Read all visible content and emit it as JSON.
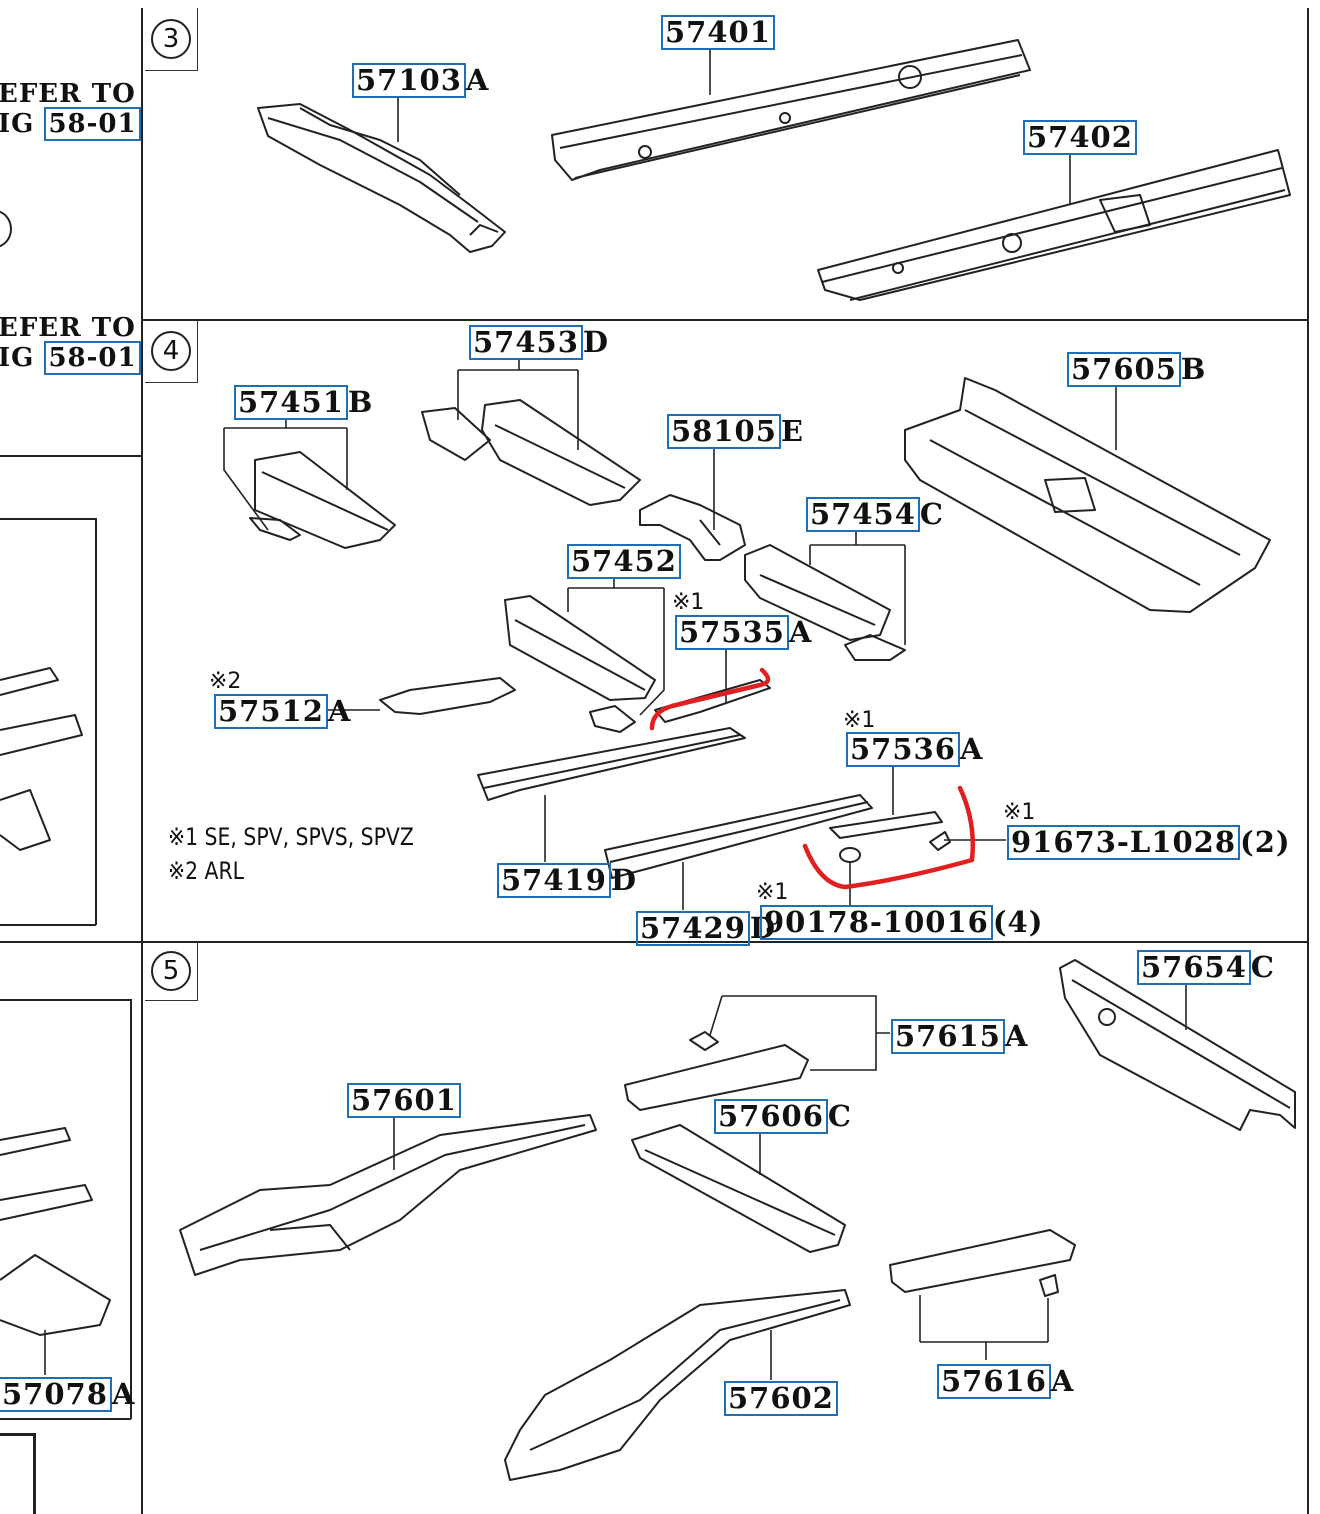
{
  "sections": [
    {
      "label": "3"
    },
    {
      "label": "4"
    },
    {
      "label": "5"
    }
  ],
  "left_refs": [
    {
      "line1": "EFER TO",
      "code_prefix": "IG",
      "code": "58-01"
    },
    {
      "line1": "EFER TO",
      "code_prefix": "IG",
      "code": "58-01"
    }
  ],
  "left_part": {
    "code": "57078",
    "suffix": "A"
  },
  "parts": {
    "p57103": {
      "code": "57103",
      "suffix": "A"
    },
    "p57401": {
      "code": "57401",
      "suffix": ""
    },
    "p57402": {
      "code": "57402",
      "suffix": ""
    },
    "p57453": {
      "code": "57453",
      "suffix": "D"
    },
    "p57451": {
      "code": "57451",
      "suffix": "B"
    },
    "p58105": {
      "code": "58105",
      "suffix": "E"
    },
    "p57605": {
      "code": "57605",
      "suffix": "B"
    },
    "p57454": {
      "code": "57454",
      "suffix": "C"
    },
    "p57452": {
      "code": "57452",
      "suffix": ""
    },
    "p57535": {
      "code": "57535",
      "suffix": "A"
    },
    "p57512": {
      "code": "57512",
      "suffix": "A"
    },
    "p57536": {
      "code": "57536",
      "suffix": "A"
    },
    "p91673": {
      "code": "91673-L1028",
      "suffix": "(2)"
    },
    "p57419": {
      "code": "57419",
      "suffix": "D"
    },
    "p57429": {
      "code": "57429",
      "suffix": "D"
    },
    "p90178": {
      "code": "90178-10016",
      "suffix": "(4)"
    },
    "p57654": {
      "code": "57654",
      "suffix": "C"
    },
    "p57615": {
      "code": "57615",
      "suffix": "A"
    },
    "p57601": {
      "code": "57601",
      "suffix": ""
    },
    "p57606": {
      "code": "57606",
      "suffix": "C"
    },
    "p57602": {
      "code": "57602",
      "suffix": ""
    },
    "p57616": {
      "code": "57616",
      "suffix": "A"
    }
  },
  "marks": {
    "m1a": "※1",
    "m1b": "※1",
    "m1c": "※1",
    "m1d": "※1",
    "m2": "※2"
  },
  "notes": {
    "note1": "※1 SE, SPV, SPVS, SPVZ",
    "note2": "※2 ARL"
  },
  "colors": {
    "label_box": "#1e6fb5",
    "annotation": "#e02020"
  }
}
